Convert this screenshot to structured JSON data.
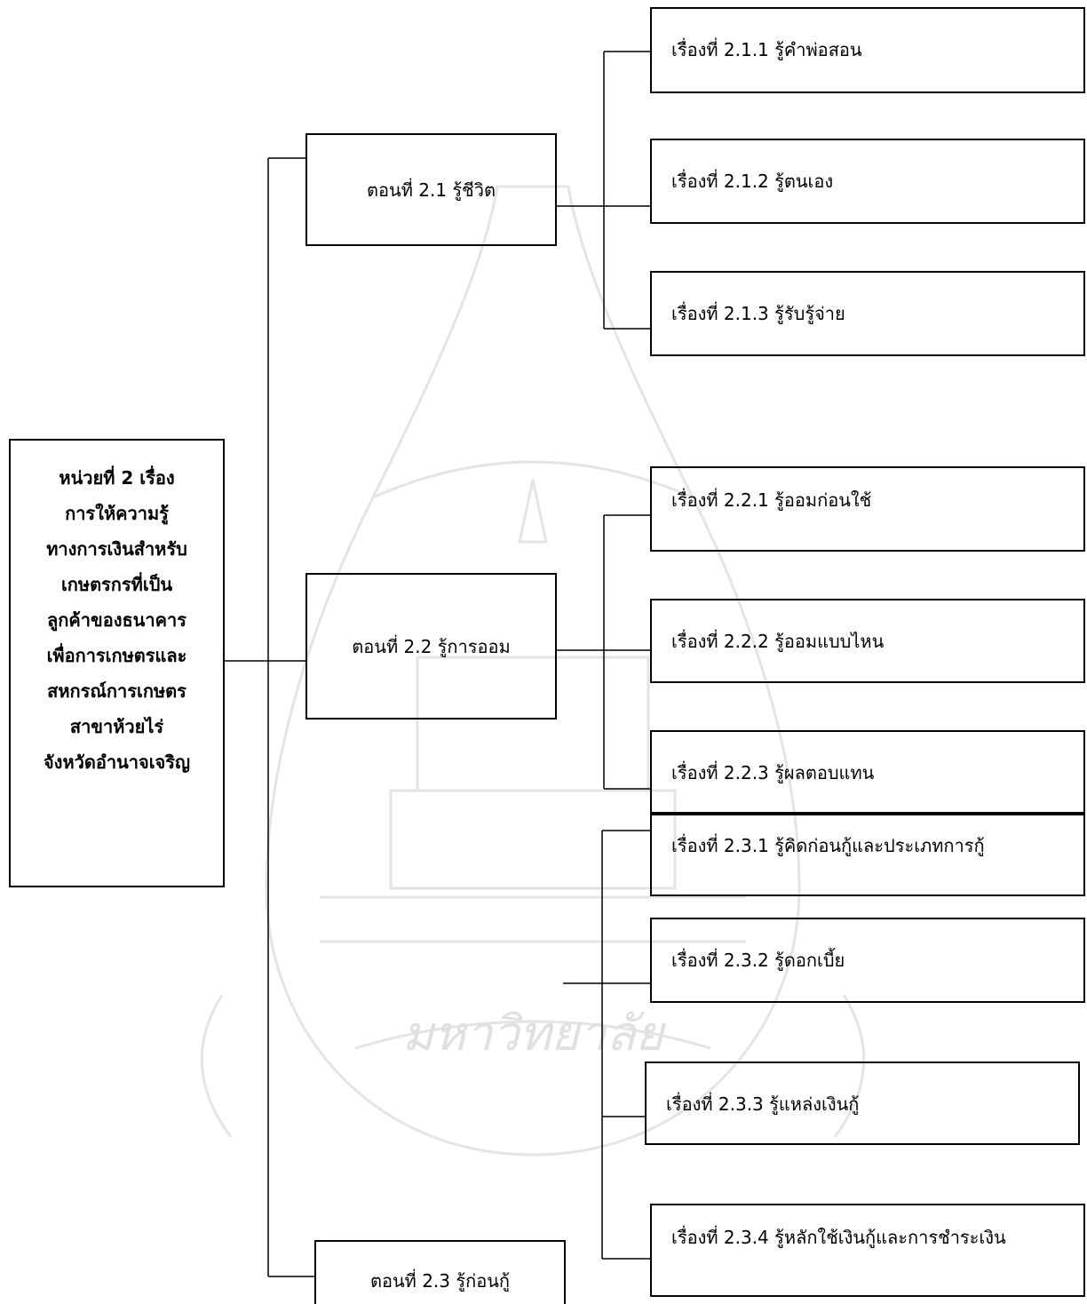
{
  "root": {
    "lines": [
      "หน่วยที่ 2  เรื่อง",
      "การให้ความรู้",
      "ทางการเงินสำหรับ",
      "เกษตรกรที่เป็น",
      "ลูกค้าของธนาคาร",
      "เพื่อการเกษตรและ",
      "สหกรณ์การเกษตร",
      "สาขาห้วยไร่",
      "จังหวัดอำนาจเจริญ"
    ]
  },
  "sections": [
    {
      "label": "ตอนที่ 2.1 รู้ชีวิต",
      "topics": [
        "เรื่องที่ 2.1.1 รู้คำพ่อสอน",
        "เรื่องที่ 2.1.2 รู้ตนเอง",
        "เรื่องที่ 2.1.3 รู้รับรู้จ่าย"
      ]
    },
    {
      "label": "ตอนที่ 2.2 รู้การออม",
      "topics": [
        "เรื่องที่ 2.2.1 รู้ออมก่อนใช้",
        "เรื่องที่ 2.2.2 รู้ออมแบบไหน",
        "เรื่องที่ 2.2.3 รู้ผลตอบแทน"
      ]
    },
    {
      "label": "ตอนที่ 2.3 รู้ก่อนกู้",
      "topics": [
        "เรื่องที่ 2.3.1 รู้คิดก่อนกู้และประเภทการกู้",
        "เรื่องที่ 2.3.2 รู้ดอกเบี้ย",
        "เรื่องที่ 2.3.3 รู้แหล่งเงินกู้",
        "เรื่องที่ 2.3.4 รู้หลักใช้เงินกู้และการชำระเงิน"
      ]
    }
  ],
  "watermark": {
    "text": "มหาวิทยาลัย",
    "color": "#d8d8d8"
  }
}
